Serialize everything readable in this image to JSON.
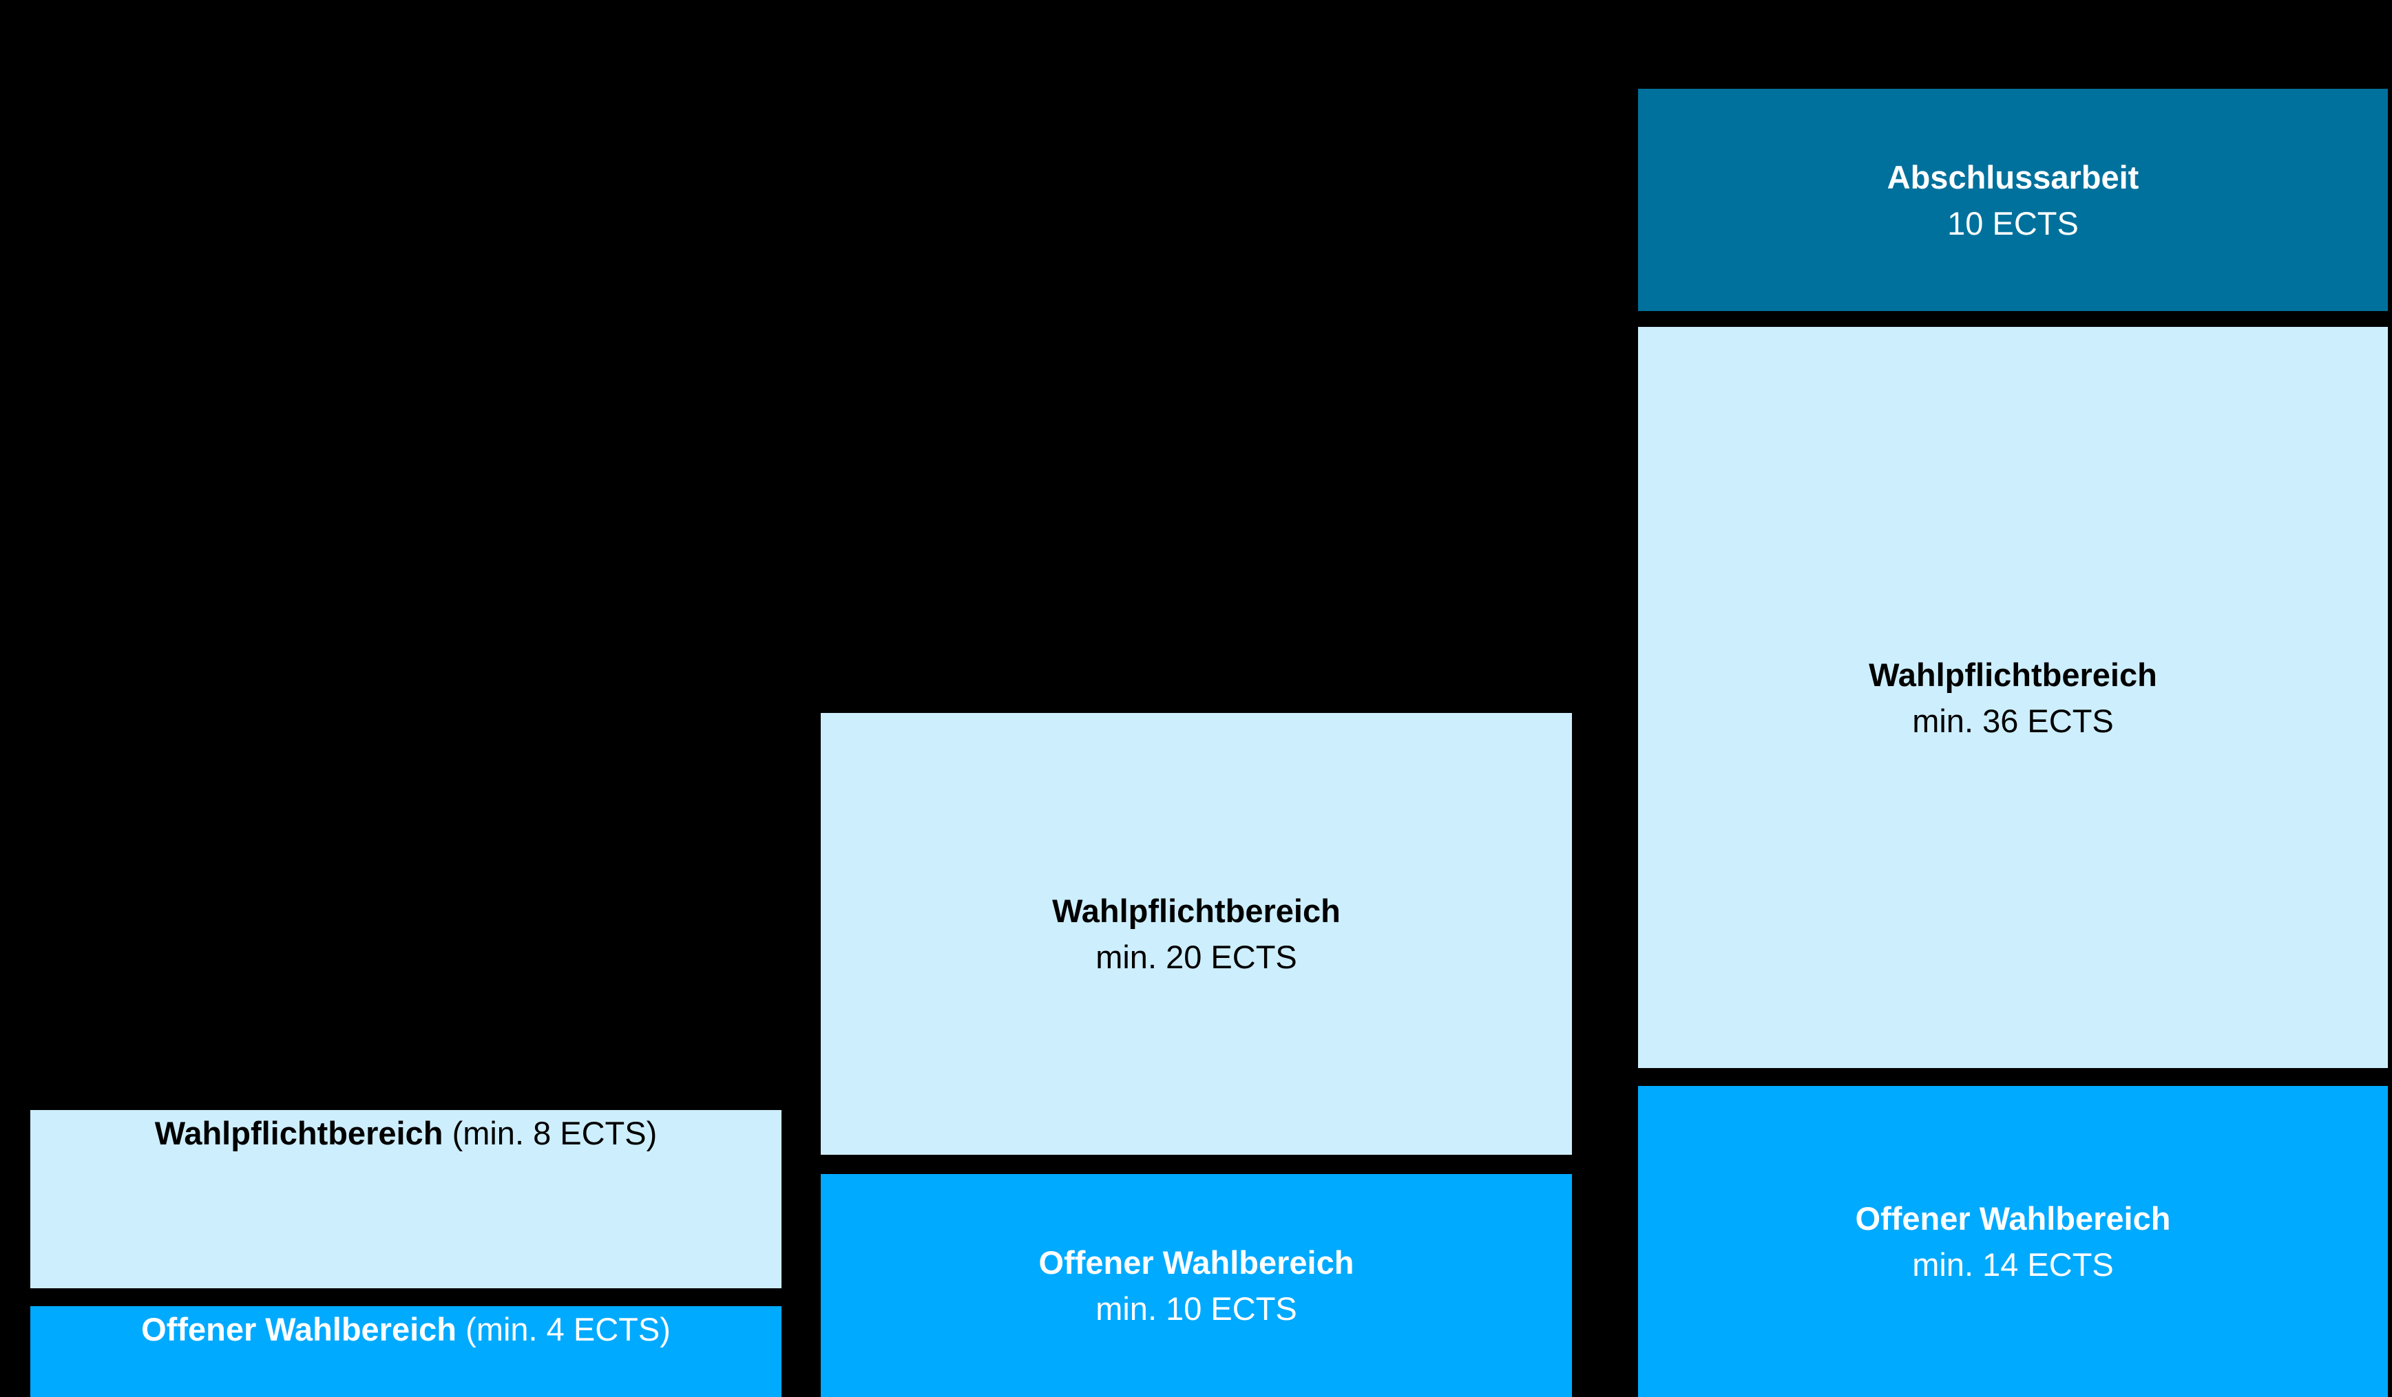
{
  "diagram": {
    "description": "ECTS structure diagram with three study-program variants shown as stacked boxes",
    "background_color": "#000000",
    "colors": {
      "abschlussarbeit": "#00719C",
      "wahlpflichtbereich": "#CDEEFD",
      "offener_wahlbereich": "#00AAFF",
      "text_on_dark": "#FFFFFF",
      "text_on_light": "#000000"
    },
    "columns": [
      {
        "boxes": [
          {
            "kind": "wahlpflicht",
            "title": "Wahlpflichtbereich",
            "suffix": "(min. 8 ECTS)"
          },
          {
            "kind": "offen",
            "title": "Offener Wahlbereich",
            "suffix": "(min. 4 ECTS)"
          }
        ]
      },
      {
        "boxes": [
          {
            "kind": "wahlpflicht",
            "title": "Wahlpflichtbereich",
            "subtitle": "min. 20 ECTS"
          },
          {
            "kind": "offen",
            "title": "Offener Wahlbereich",
            "subtitle": "min. 10 ECTS"
          }
        ]
      },
      {
        "boxes": [
          {
            "kind": "thesis",
            "title": "Abschlussarbeit",
            "subtitle": "10 ECTS"
          },
          {
            "kind": "wahlpflicht",
            "title": "Wahlpflichtbereich",
            "subtitle": "min. 36 ECTS"
          },
          {
            "kind": "offen",
            "title": "Offener Wahlbereich",
            "subtitle": "min. 14 ECTS"
          }
        ]
      }
    ]
  }
}
